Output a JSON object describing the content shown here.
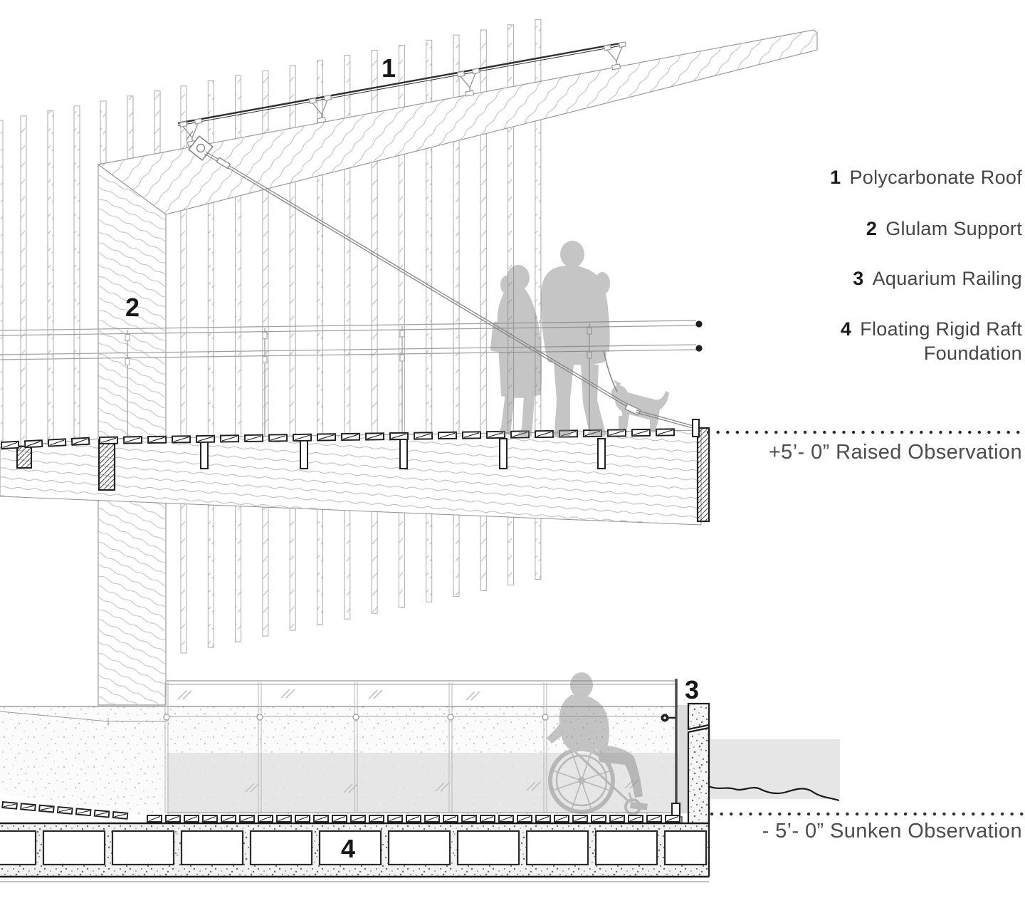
{
  "legend": {
    "items": [
      {
        "num": "1",
        "label": "Polycarbonate Roof"
      },
      {
        "num": "2",
        "label": "Glulam Support"
      },
      {
        "num": "3",
        "label": "Aquarium Railing"
      },
      {
        "num": "4",
        "label": "Floating Rigid Raft",
        "label_line2": "Foundation"
      }
    ]
  },
  "callouts": {
    "roof": "1",
    "support": "2",
    "railing": "3",
    "raft": "4"
  },
  "datums": {
    "raised": "+5’- 0” Raised Observation",
    "sunken": "- 5’- 0” Sunken Observation"
  },
  "colors": {
    "line_dark": "#1d1d1d",
    "line_light": "#9a9a9a",
    "silhouette": "#808080",
    "water": "#e2e2e2"
  }
}
